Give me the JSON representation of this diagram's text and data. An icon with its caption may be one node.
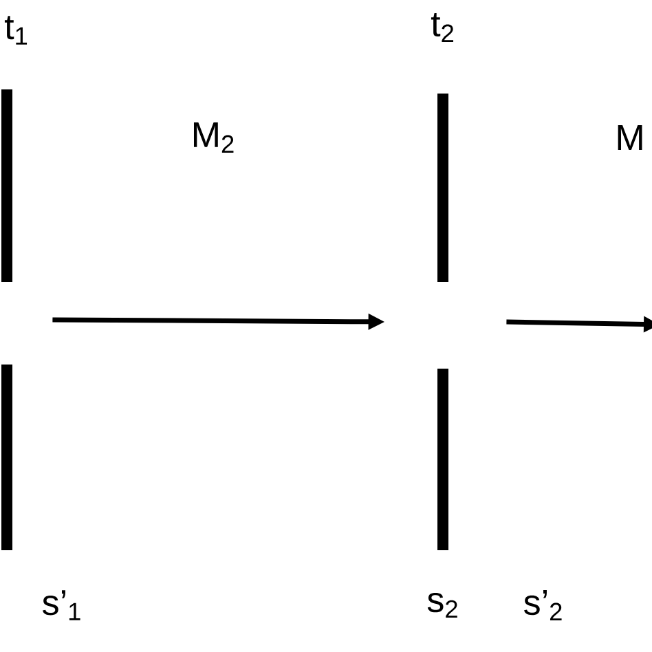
{
  "diagram": {
    "nodes": [
      {
        "text": [],
        "shape": "bar",
        "beside": [
          "t$_{1}$",
          "s’$_{1}$"
        ]
      },
      {
        "text": [],
        "shape": "bar",
        "beside": [
          "t$_{2}$",
          "s$_{2}$",
          "s’$_{2}$"
        ]
      }
    ],
    "edges": [
      {
        "from": 0,
        "to": 1,
        "arrow": "to",
        "label": "M$_{2}$"
      },
      {
        "from": 1,
        "to": null,
        "arrow": "to",
        "label": "M"
      }
    ]
  }
}
